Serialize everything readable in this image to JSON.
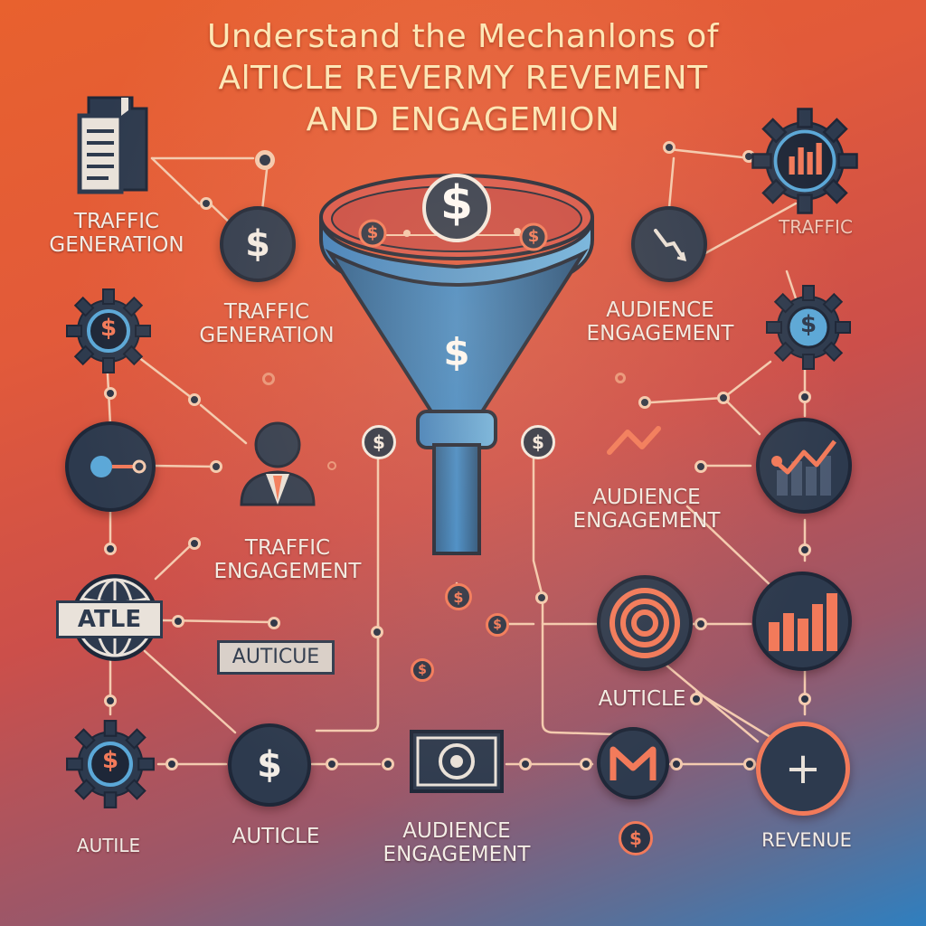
{
  "title": {
    "line1": "Understand the Mechanlons of",
    "line2": "AlTICLE REVERMY REVEMENT",
    "line3": "AND ENGAGEMION"
  },
  "labels": {
    "traffic_generation_left": "TRAFFIC\nGENERATION",
    "traffic_generation_mid": "TRAFFIC\nGENERATION",
    "traffic_right": "TRAFFIC",
    "audience_engagement_upper": "AUDIENCE\nENGAGEMENT",
    "audience_engagement_mid": "AUDIENCE\nENGAGEMENT",
    "traffic_engagement": "TRAFFIC\nENGAGEMENT",
    "autile": "AUTILE",
    "auticle_bottom": "AUTICLE",
    "audience_engagement_bottom": "AUDIENCE\nENGAGEMENT",
    "auticle_right": "AUTICLE",
    "revenue": "REVENUE"
  },
  "tags": {
    "atle": "ATLE",
    "auticue": "AUTICUE"
  },
  "symbols": {
    "dollar": "$",
    "plus": "+"
  },
  "colors": {
    "node_fill": "#2d3a4e",
    "accent_orange": "#f27a5a",
    "accent_blue": "#5ba8d8",
    "line": "#f4cbb0",
    "title": "#fde9b8"
  }
}
